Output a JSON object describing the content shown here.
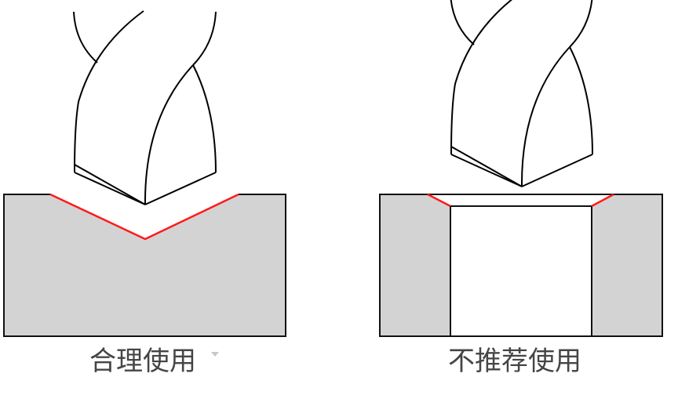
{
  "figure": {
    "panels": [
      {
        "id": "left",
        "caption": "合理使用",
        "workpiece": "v-shaped drill point cone in solid block",
        "has_dropdown_caret": true
      },
      {
        "id": "right",
        "caption": "不推荐使用",
        "workpiece": "through hole with only chamfered edges",
        "has_dropdown_caret": false
      }
    ],
    "colors": {
      "block_fill": "#d3d3d3",
      "outline": "#000000",
      "contact_edge": "#ff0000",
      "caption_text": "#454545"
    }
  }
}
